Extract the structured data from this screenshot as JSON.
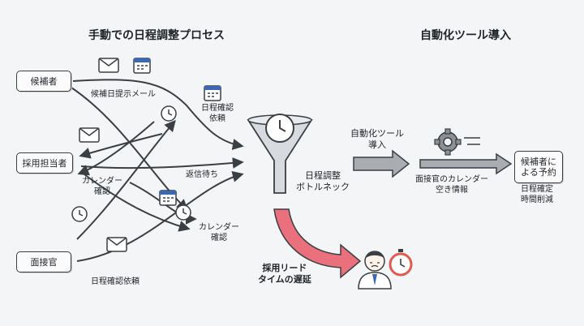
{
  "titles": {
    "manual": "手動での日程調整プロセス",
    "auto": "自動化ツール導入"
  },
  "actors": {
    "candidate": "候補者",
    "recruiter": "採用担当者",
    "interviewer": "面接官"
  },
  "labels": {
    "candidate_mail": "候補日提示メール",
    "date_confirm_req_1": "日程確認",
    "date_confirm_req_2": "依頼",
    "wait_reply": "返信待ち",
    "calendar_check_left_1": "カレンダー",
    "calendar_check_left_2": "確認",
    "calendar_check_right_1": "カレンダー",
    "calendar_check_right_2": "確認",
    "interviewer_confirm": "日程確認依頼",
    "bottleneck_1": "日程調整",
    "bottleneck_2": "ボトルネック",
    "delay_1": "採用リード",
    "delay_2": "タイムの遅延",
    "auto_tool_1": "自動化ツール",
    "auto_tool_2": "導入",
    "calendar_info_1": "面接官のカレンダー",
    "calendar_info_2": "空き情報",
    "candidate_booking_1": "候補者に",
    "candidate_booking_2": "よる予約",
    "time_saved_1": "日程確定",
    "time_saved_2": "時間削減"
  },
  "icons": [
    "mail-icon",
    "calendar-icon",
    "clock-icon",
    "funnel-icon",
    "gear-icon",
    "stopwatch-icon",
    "worried-person-icon"
  ],
  "colors": {
    "delay_arrow": "#e9707c",
    "stroke": "#3a3f44"
  }
}
